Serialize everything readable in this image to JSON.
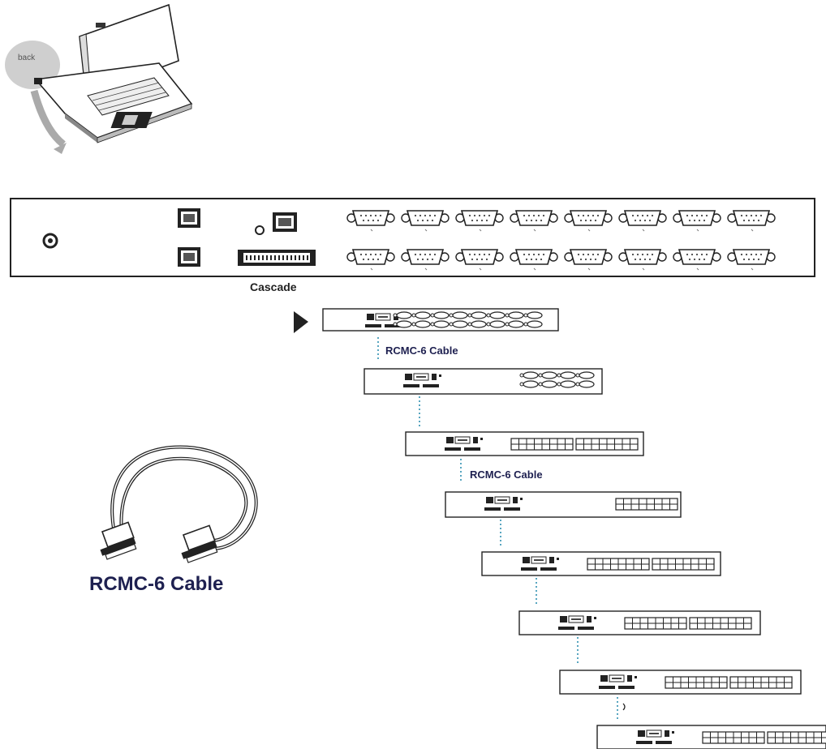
{
  "labels": {
    "back": "back",
    "cascade": "Cascade",
    "cable_upper": "RCMC-6 Cable",
    "cable_middle": "RCMC-6 Cable",
    "cable_large": "RCMC-6 Cable"
  },
  "colors": {
    "line": "#222222",
    "text": "#1e2050",
    "link": "#2f8fb0",
    "fill_light": "#dddddd"
  },
  "units": {
    "count": 8
  }
}
